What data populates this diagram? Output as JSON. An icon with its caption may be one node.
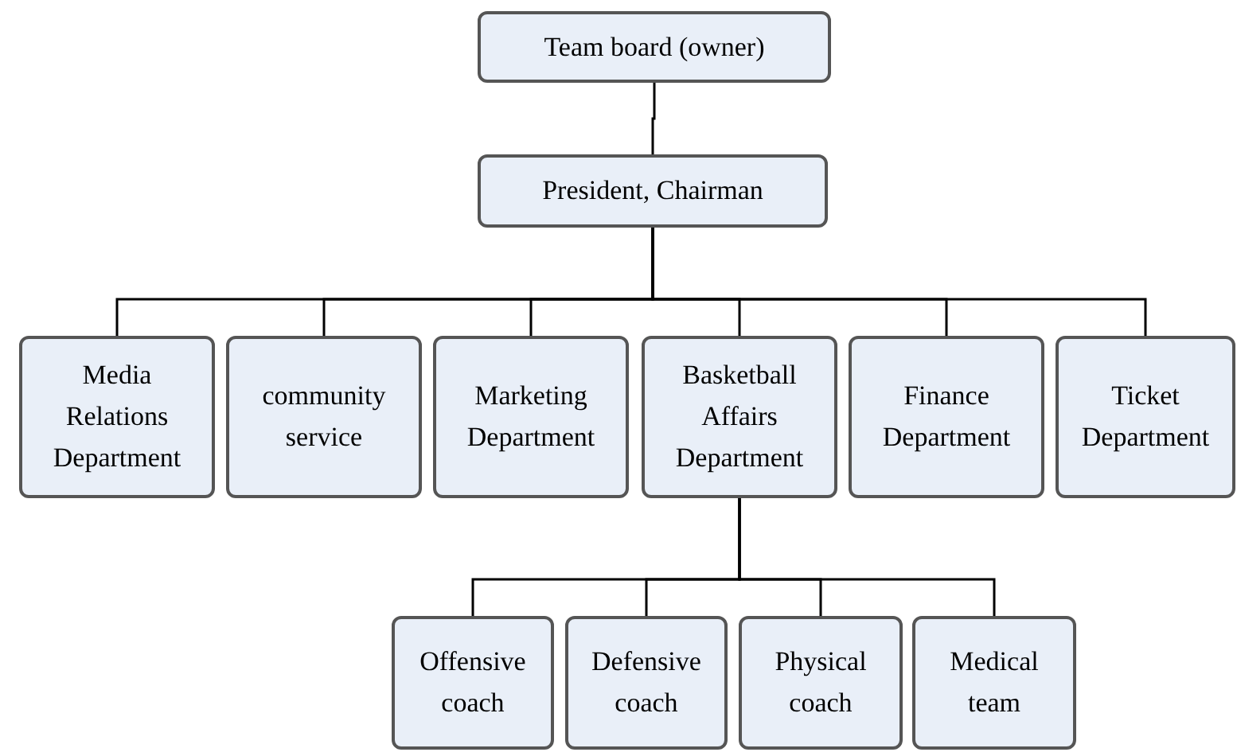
{
  "diagram": {
    "nodes": [
      {
        "text": [
          "Team board (owner)"
        ]
      },
      {
        "text": [
          "President, Chairman"
        ]
      },
      {
        "text": [
          "Media Relations Department"
        ]
      },
      {
        "text": [
          "community service"
        ]
      },
      {
        "text": [
          "Marketing Department"
        ]
      },
      {
        "text": [
          "Basketball Affairs Department"
        ]
      },
      {
        "text": [
          "Finance Department"
        ]
      },
      {
        "text": [
          "Ticket Department"
        ]
      },
      {
        "text": [
          "Offensive coach"
        ]
      },
      {
        "text": [
          "Defensive coach"
        ]
      },
      {
        "text": [
          "Physical coach"
        ]
      },
      {
        "text": [
          "Medical team"
        ]
      }
    ],
    "edges": [
      {
        "from": 0,
        "to": 1,
        "arrow": "none"
      },
      {
        "from": 1,
        "to": 2,
        "arrow": "none"
      },
      {
        "from": 1,
        "to": 3,
        "arrow": "none"
      },
      {
        "from": 1,
        "to": 4,
        "arrow": "none"
      },
      {
        "from": 1,
        "to": 5,
        "arrow": "none"
      },
      {
        "from": 1,
        "to": 6,
        "arrow": "none"
      },
      {
        "from": 1,
        "to": 7,
        "arrow": "none"
      },
      {
        "from": 5,
        "to": 8,
        "arrow": "none"
      },
      {
        "from": 5,
        "to": 9,
        "arrow": "none"
      },
      {
        "from": 5,
        "to": 10,
        "arrow": "none"
      },
      {
        "from": 5,
        "to": 11,
        "arrow": "none"
      }
    ]
  }
}
